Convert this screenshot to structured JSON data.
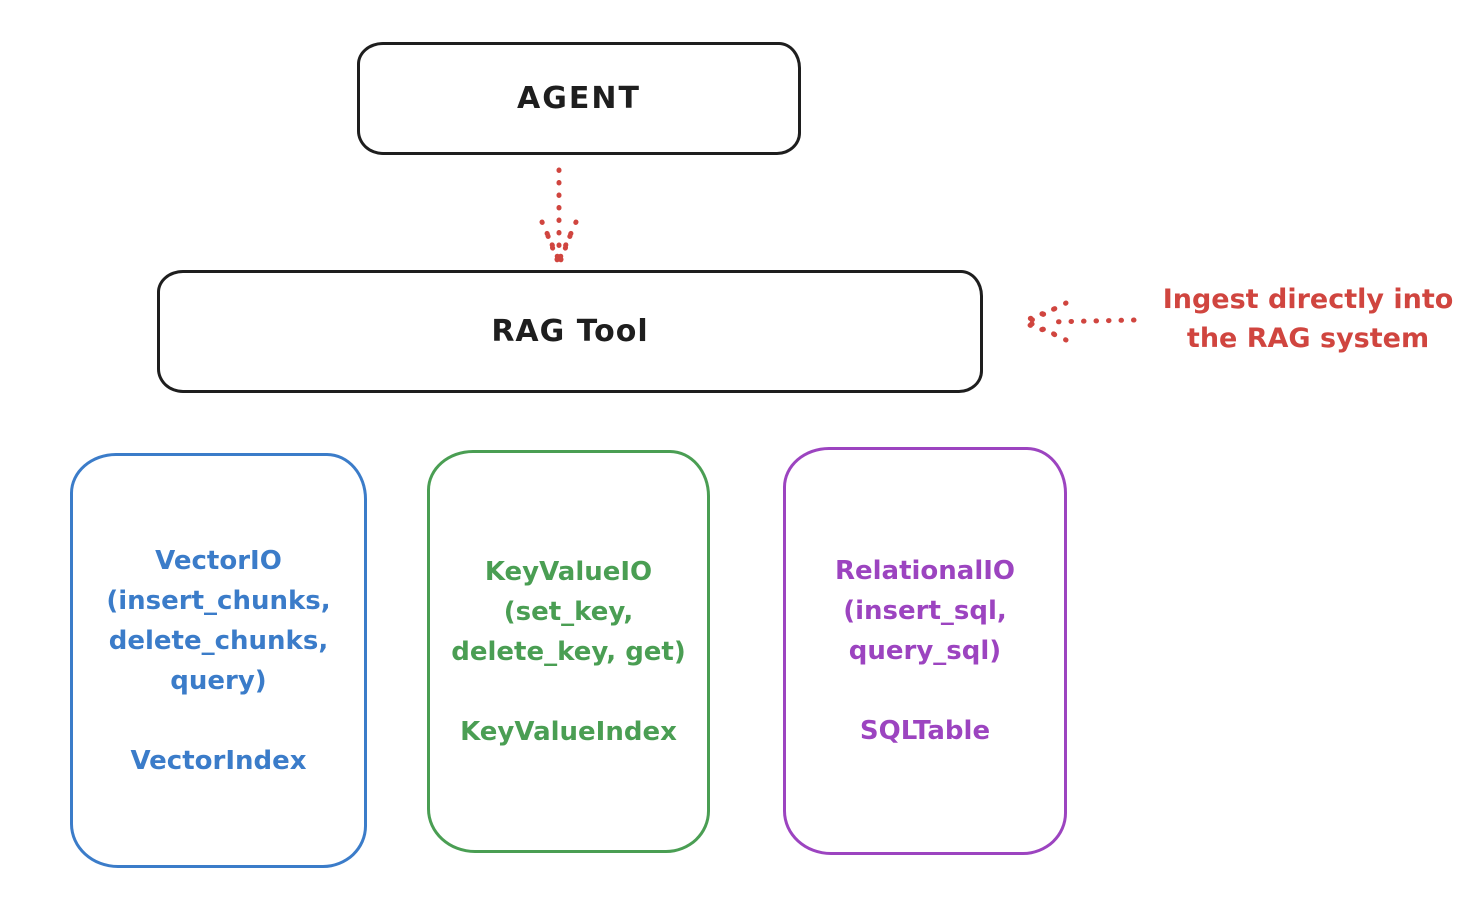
{
  "agent": {
    "label": "AGENT"
  },
  "rag_tool": {
    "label": "RAG Tool"
  },
  "annotation": {
    "line1": "Ingest directly into",
    "line2": "the RAG system"
  },
  "stores": [
    {
      "name": "VectorIO",
      "lines": [
        "VectorIO",
        "(insert_chunks,",
        "delete_chunks,",
        "query)"
      ],
      "index_label": "VectorIndex"
    },
    {
      "name": "KeyValueIO",
      "lines": [
        "KeyValueIO",
        "(set_key,",
        "delete_key, get)"
      ],
      "index_label": "KeyValueIndex"
    },
    {
      "name": "RelationalIO",
      "lines": [
        "RelationalIO",
        "(insert_sql,",
        "query_sql)"
      ],
      "index_label": "SQLTable"
    }
  ],
  "colors": {
    "ink": "#1e1e1e",
    "red": "#d0453f",
    "blue": "#3b7cc9",
    "green": "#4a9e53",
    "purple": "#9c44c0",
    "background": "#ffffff"
  }
}
